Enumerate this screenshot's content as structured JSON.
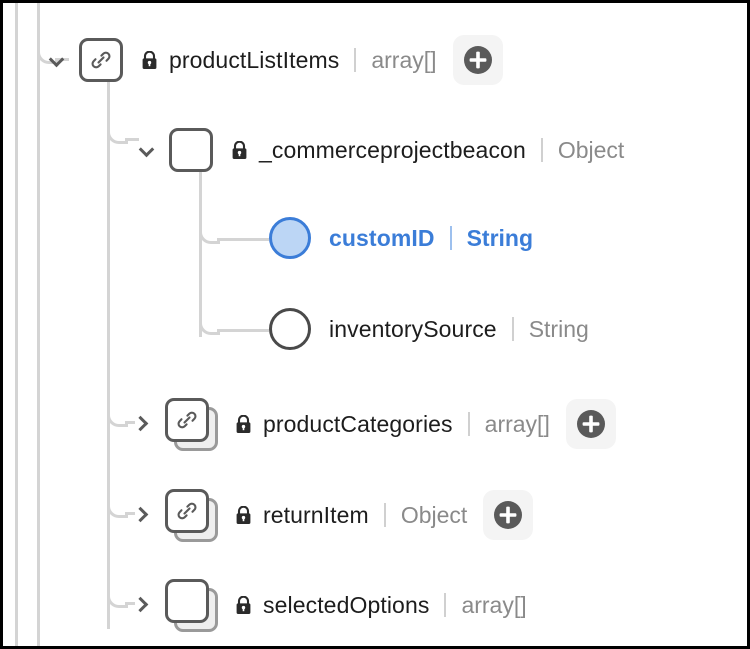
{
  "tree": {
    "rows": [
      {
        "id": "productListItems",
        "label": "productListItems",
        "type": "array[]",
        "toggle": "chevron-down-icon",
        "node_icon": "link-square-icon",
        "lock": "lock-icon",
        "add_button": "add-circle-icon",
        "selected": false
      },
      {
        "id": "_commerceprojectbeacon",
        "label": "_commerceprojectbeacon",
        "type": "Object",
        "toggle": "chevron-down-icon",
        "node_icon": "square-icon",
        "lock": "lock-icon",
        "add_button": null,
        "selected": false
      },
      {
        "id": "customID",
        "label": "customID",
        "type": "String",
        "toggle": null,
        "node_icon": "circle-filled-icon",
        "lock": null,
        "add_button": null,
        "selected": true
      },
      {
        "id": "inventorySource",
        "label": "inventorySource",
        "type": "String",
        "toggle": null,
        "node_icon": "circle-icon",
        "lock": null,
        "add_button": null,
        "selected": false
      },
      {
        "id": "productCategories",
        "label": "productCategories",
        "type": "array[]",
        "toggle": "chevron-right-icon",
        "node_icon": "link-stacked-square-icon",
        "lock": "lock-icon",
        "add_button": "add-circle-icon",
        "selected": false
      },
      {
        "id": "returnItem",
        "label": "returnItem",
        "type": "Object",
        "toggle": "chevron-right-icon",
        "node_icon": "link-stacked-square-icon",
        "lock": "lock-icon",
        "add_button": "add-circle-icon",
        "selected": false
      },
      {
        "id": "selectedOptions",
        "label": "selectedOptions",
        "type": "array[]",
        "toggle": "chevron-right-icon",
        "node_icon": "stacked-square-icon",
        "lock": "lock-icon",
        "add_button": null,
        "selected": false
      }
    ]
  },
  "colors": {
    "selected_blue": "#3b7dd8",
    "selected_fill": "#bcd6f5",
    "node_outline": "#5a5a5a",
    "rail": "#d4d4d4",
    "label_text": "#1d1d1d",
    "type_text": "#8a8a8a",
    "add_button_bg": "#f4f4f4",
    "add_button_fill": "#5a5a5a"
  }
}
